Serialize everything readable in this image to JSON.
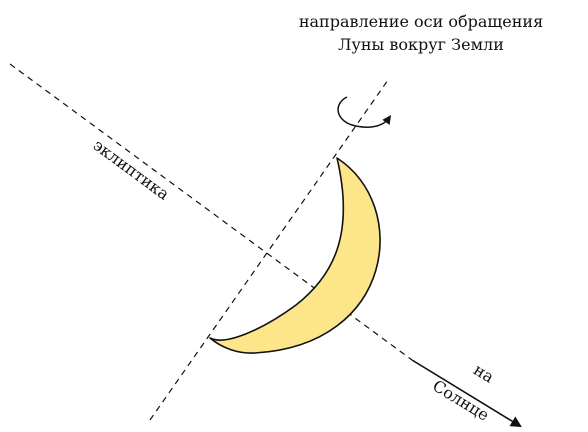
{
  "labels": {
    "axis_title_line1": "направление оси обращения",
    "axis_title_line2": "Луны вокруг Земли",
    "ecliptic": "эклиптика",
    "to_sun_line1": "на",
    "to_sun_line2": "Солнце"
  },
  "colors": {
    "line": "#111111",
    "crescent_fill": "#fde68a",
    "background": "#ffffff"
  }
}
